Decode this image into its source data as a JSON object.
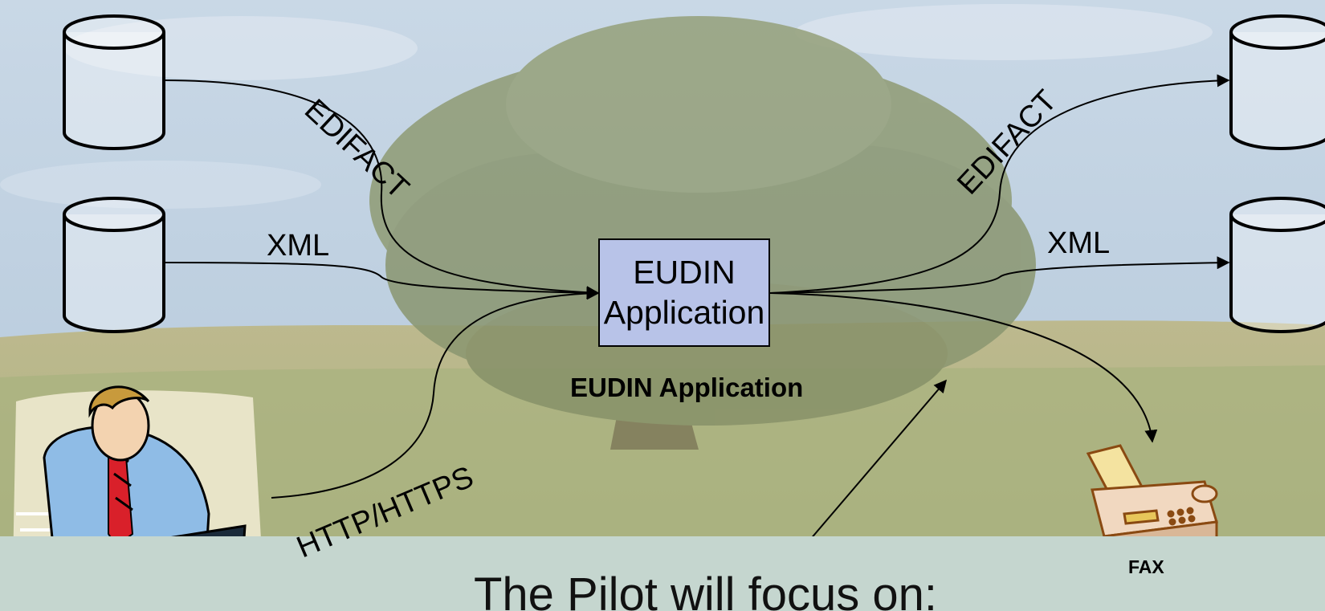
{
  "app_box": {
    "line1": "EUDIN",
    "line2": "Application"
  },
  "caption": "EUDIN Application",
  "protocols": {
    "edifact_in": "EDIFACT",
    "xml_in": "XML",
    "http_in": "HTTP/HTTPS",
    "edifact_out": "EDIFACT",
    "xml_out": "XML"
  },
  "fax_label": "FAX",
  "focus_text": "The Pilot will focus on:",
  "colors": {
    "sky": "#b9cde0",
    "tree": "#8f9b74",
    "field": "#b9b68a",
    "app_box": "#b8c3e8",
    "bottom_panel": "#c5d6cf"
  },
  "icons": [
    "database-icon",
    "person-at-laptop-icon",
    "fax-machine-icon"
  ]
}
